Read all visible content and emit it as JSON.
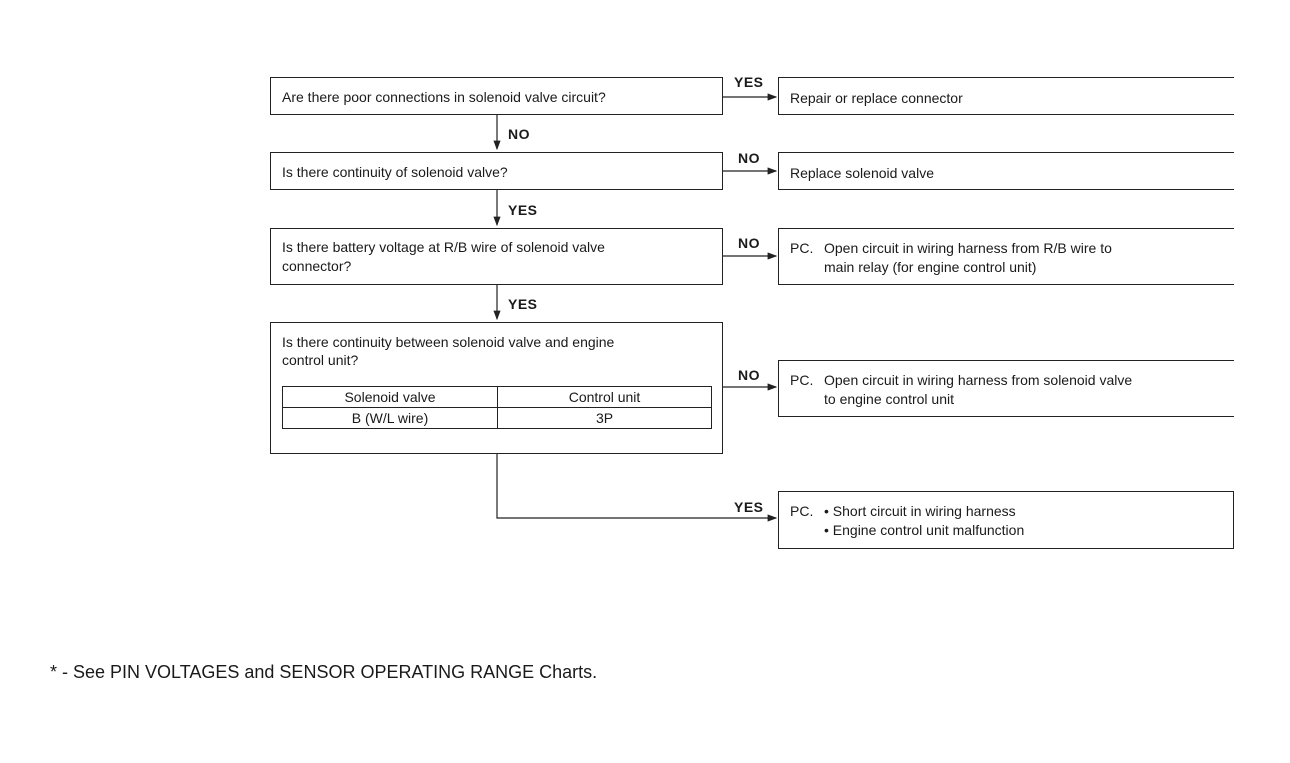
{
  "questions": {
    "q1": "Are there poor connections in solenoid valve circuit?",
    "q2": "Is there continuity of solenoid valve?",
    "q3_line1": "Is there battery voltage at R/B wire of solenoid valve",
    "q3_line2": "connector?",
    "q4_line1": "Is there continuity between solenoid valve and engine",
    "q4_line2": "control unit?"
  },
  "table": {
    "headers": [
      "Solenoid valve",
      "Control unit"
    ],
    "rows": [
      [
        "B (W/L wire)",
        "3P"
      ]
    ]
  },
  "results": {
    "r1": "Repair or replace connector",
    "r2": "Replace solenoid valve",
    "r3_prefix": "PC.",
    "r3_line1": "Open circuit in wiring harness from R/B wire to",
    "r3_line2": "main relay (for engine control unit)",
    "r4_prefix": "PC.",
    "r4_line1": "Open circuit in wiring harness from solenoid valve",
    "r4_line2": "to engine control unit",
    "r5_prefix": "PC.",
    "r5_line1": "• Short circuit in wiring harness",
    "r5_line2": "• Engine control unit malfunction"
  },
  "labels": {
    "yes1": "YES",
    "no1": "NO",
    "no2": "NO",
    "yes2": "YES",
    "no3": "NO",
    "yes3": "YES",
    "no4": "NO",
    "yes4": "YES"
  },
  "footnote": "* - See PIN VOLTAGES and SENSOR OPERATING RANGE Charts."
}
